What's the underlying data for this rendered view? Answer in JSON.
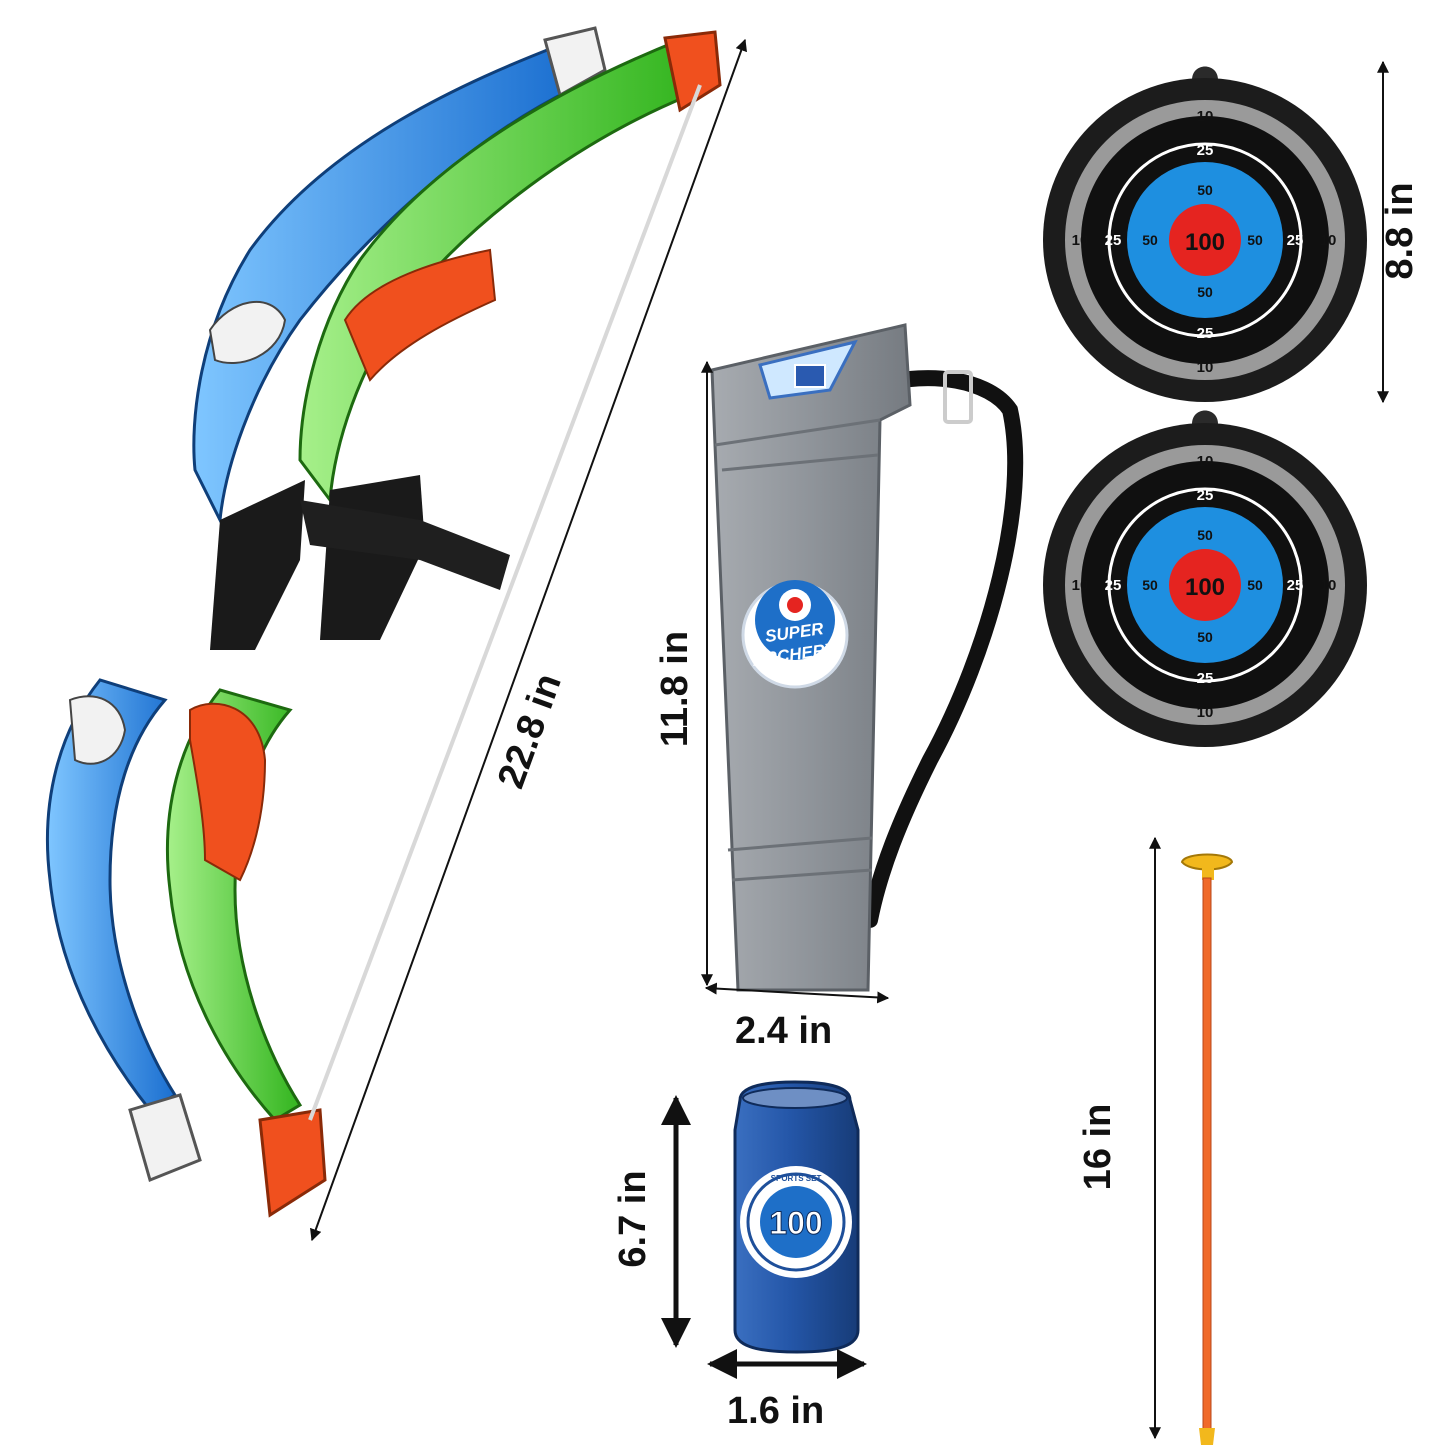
{
  "dimensions": {
    "bow_length": "22.8 in",
    "quiver_height": "11.8 in",
    "quiver_width": "2.4 in",
    "target_diameter": "8.8 in",
    "can_height": "6.7 in",
    "can_width": "1.6 in",
    "arrow_length": "16 in"
  },
  "quiver_badge": {
    "line1": "SUPER",
    "line2": "ARCHERY"
  },
  "target_rings": {
    "outer": "10",
    "second": "25",
    "third": "50",
    "center": "100"
  },
  "can_badge": {
    "value": "100",
    "ring_text": "SPORTS SET"
  },
  "colors": {
    "blue_bow": "#2f8fe0",
    "green_bow": "#4fd13a",
    "orange_accent": "#f0501e",
    "quiver_gray": "#8e9399",
    "target_blue": "#1e8fe0",
    "target_red": "#e52420",
    "can_blue": "#1f4f9a",
    "arrow_orange": "#f06a2a",
    "suction_yellow": "#f2b81c"
  }
}
